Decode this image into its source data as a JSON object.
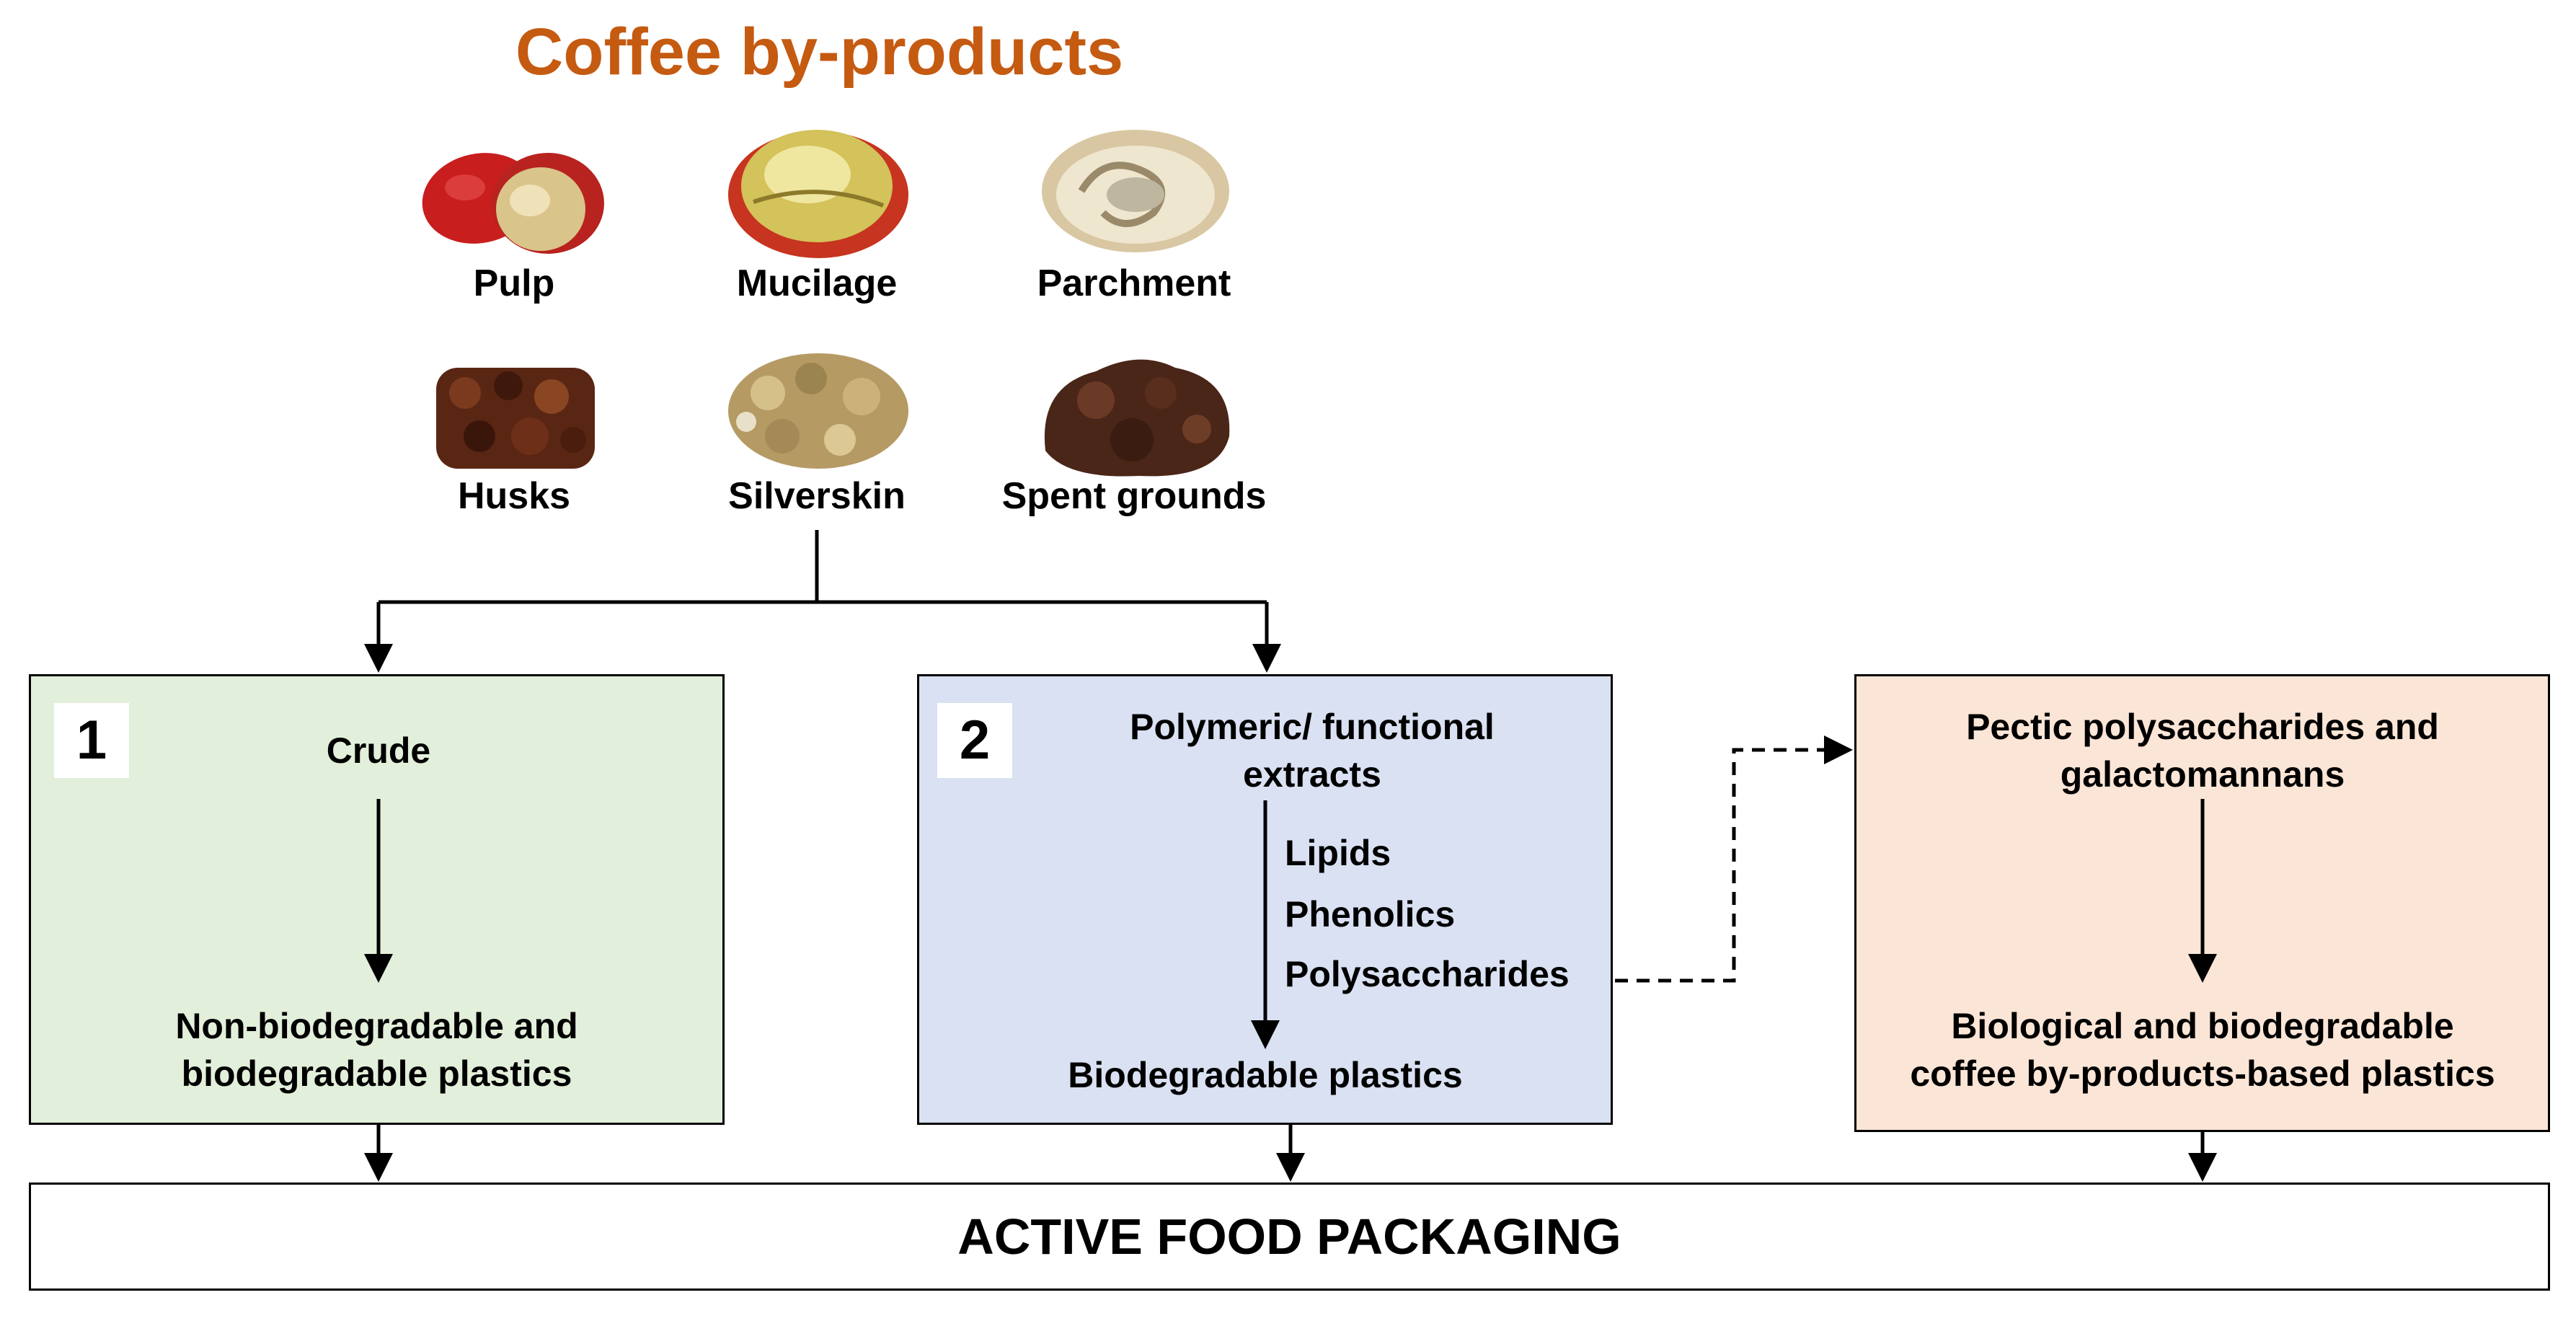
{
  "title": "Coffee by-products",
  "byproducts": [
    "Pulp",
    "Mucilage",
    "Parchment",
    "Husks",
    "Silverskin",
    "Spent grounds"
  ],
  "box1": {
    "number": "1",
    "top_text": "Crude",
    "bottom_line1": "Non-biodegradable and",
    "bottom_line2": "biodegradable plastics"
  },
  "box2": {
    "number": "2",
    "top_line1": "Polymeric/ functional",
    "top_line2": "extracts",
    "items": [
      "Lipids",
      "Phenolics",
      "Polysaccharides"
    ],
    "bottom_text": "Biodegradable plastics"
  },
  "box3": {
    "top_line1": "Pectic polysaccharides and",
    "top_line2": "galactomannans",
    "bottom_line1": "Biological and biodegradable",
    "bottom_line2": "coffee by-products-based plastics"
  },
  "final": "ACTIVE FOOD PACKAGING",
  "colors": {
    "title": "#c55a11",
    "box1": "#e2efda",
    "box2": "#d9e1f2",
    "box3": "#fbe5d6"
  }
}
